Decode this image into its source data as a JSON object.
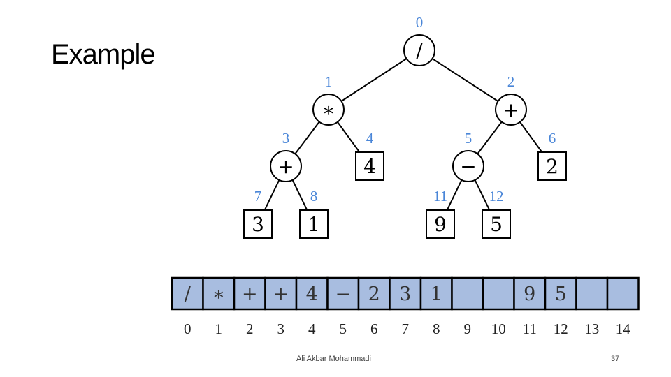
{
  "slide": {
    "title": "Example",
    "footer_author": "Ali Akbar Mohammadi",
    "page_number": "37"
  },
  "colors": {
    "index_label": "#4a86d8",
    "array_fill": "#a8bde0",
    "stroke": "#000000"
  },
  "tree": {
    "nodes": [
      {
        "index": "0",
        "label": "/",
        "shape": "operator"
      },
      {
        "index": "1",
        "label": "∗",
        "shape": "operator"
      },
      {
        "index": "2",
        "label": "+",
        "shape": "operator"
      },
      {
        "index": "3",
        "label": "+",
        "shape": "operator"
      },
      {
        "index": "4",
        "label": "4",
        "shape": "operand"
      },
      {
        "index": "5",
        "label": "−",
        "shape": "operator"
      },
      {
        "index": "6",
        "label": "2",
        "shape": "operand"
      },
      {
        "index": "7",
        "label": "3",
        "shape": "operand"
      },
      {
        "index": "8",
        "label": "1",
        "shape": "operand"
      },
      {
        "index": "11",
        "label": "9",
        "shape": "operand"
      },
      {
        "index": "12",
        "label": "5",
        "shape": "operand"
      }
    ],
    "edges": [
      [
        0,
        1
      ],
      [
        0,
        2
      ],
      [
        1,
        3
      ],
      [
        1,
        4
      ],
      [
        2,
        5
      ],
      [
        2,
        6
      ],
      [
        3,
        7
      ],
      [
        3,
        8
      ],
      [
        5,
        11
      ],
      [
        5,
        12
      ]
    ]
  },
  "array": {
    "cells": [
      "/",
      "∗",
      "+",
      "+",
      "4",
      "−",
      "2",
      "3",
      "1",
      "",
      "",
      "9",
      "5",
      "",
      ""
    ],
    "indices": [
      "0",
      "1",
      "2",
      "3",
      "4",
      "5",
      "6",
      "7",
      "8",
      "9",
      "10",
      "11",
      "12",
      "13",
      "14"
    ]
  }
}
